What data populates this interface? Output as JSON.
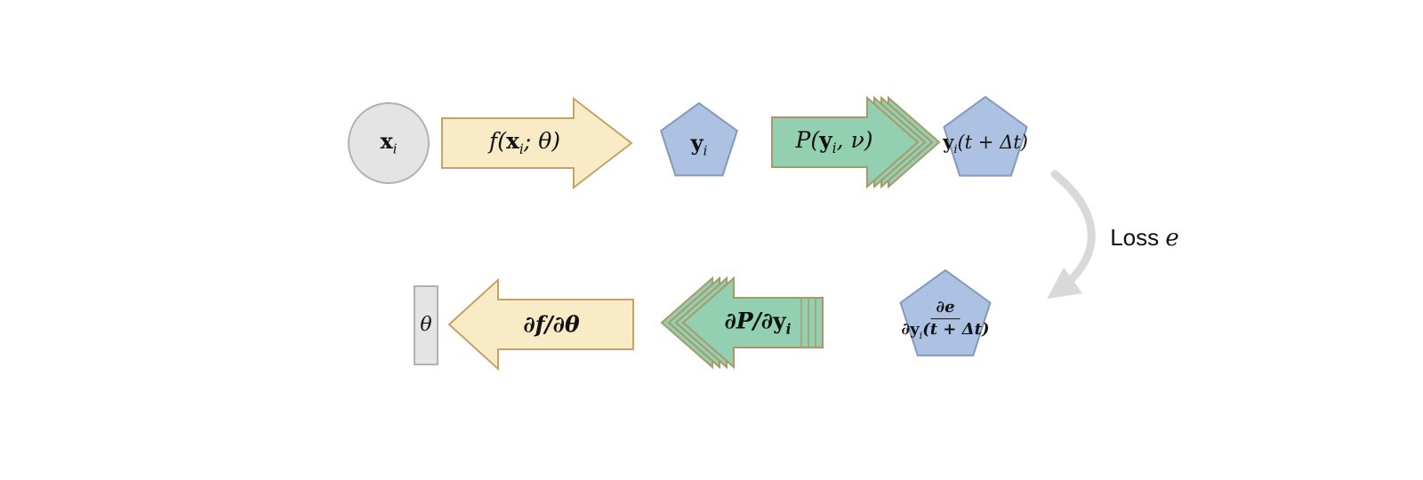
{
  "diagram": {
    "input_node": {
      "vec": "x",
      "sub": "i"
    },
    "forward_arrow": {
      "pre": "f(",
      "vec": "x",
      "sub": "i",
      "post": "; θ)"
    },
    "state_node": {
      "vec": "y",
      "sub": "i"
    },
    "solver_arrow": {
      "pre": "P(",
      "vec": "y",
      "sub": "i",
      "post": ", ν)"
    },
    "next_state_node": {
      "vec": "y",
      "sub": "i",
      "post": "(t + Δt)"
    },
    "loss_label": {
      "word": "Loss",
      "var": "e"
    },
    "grad_node": {
      "numerator": "∂e",
      "den_d": "∂",
      "den_vec": "y",
      "den_sub": "i",
      "den_post": "(t + Δt)"
    },
    "solver_grad_arrow": {
      "pre": "∂P/∂",
      "vec": "y",
      "sub": "i"
    },
    "forward_grad_arrow": {
      "label": "∂f/∂θ"
    },
    "param_node": {
      "label": "θ"
    }
  },
  "colors": {
    "arrow_yellow_fill": "#f9ebc6",
    "arrow_yellow_stroke": "#c3a369",
    "arrow_green_fill": "#93cfb1",
    "arrow_green_stroke": "#a79a68",
    "node_blue_fill": "#adc2e2",
    "node_blue_stroke": "#8398bb",
    "node_gray_fill": "#e4e4e4",
    "loss_arrow_gray": "#d9d9d9",
    "text": "#111111"
  }
}
